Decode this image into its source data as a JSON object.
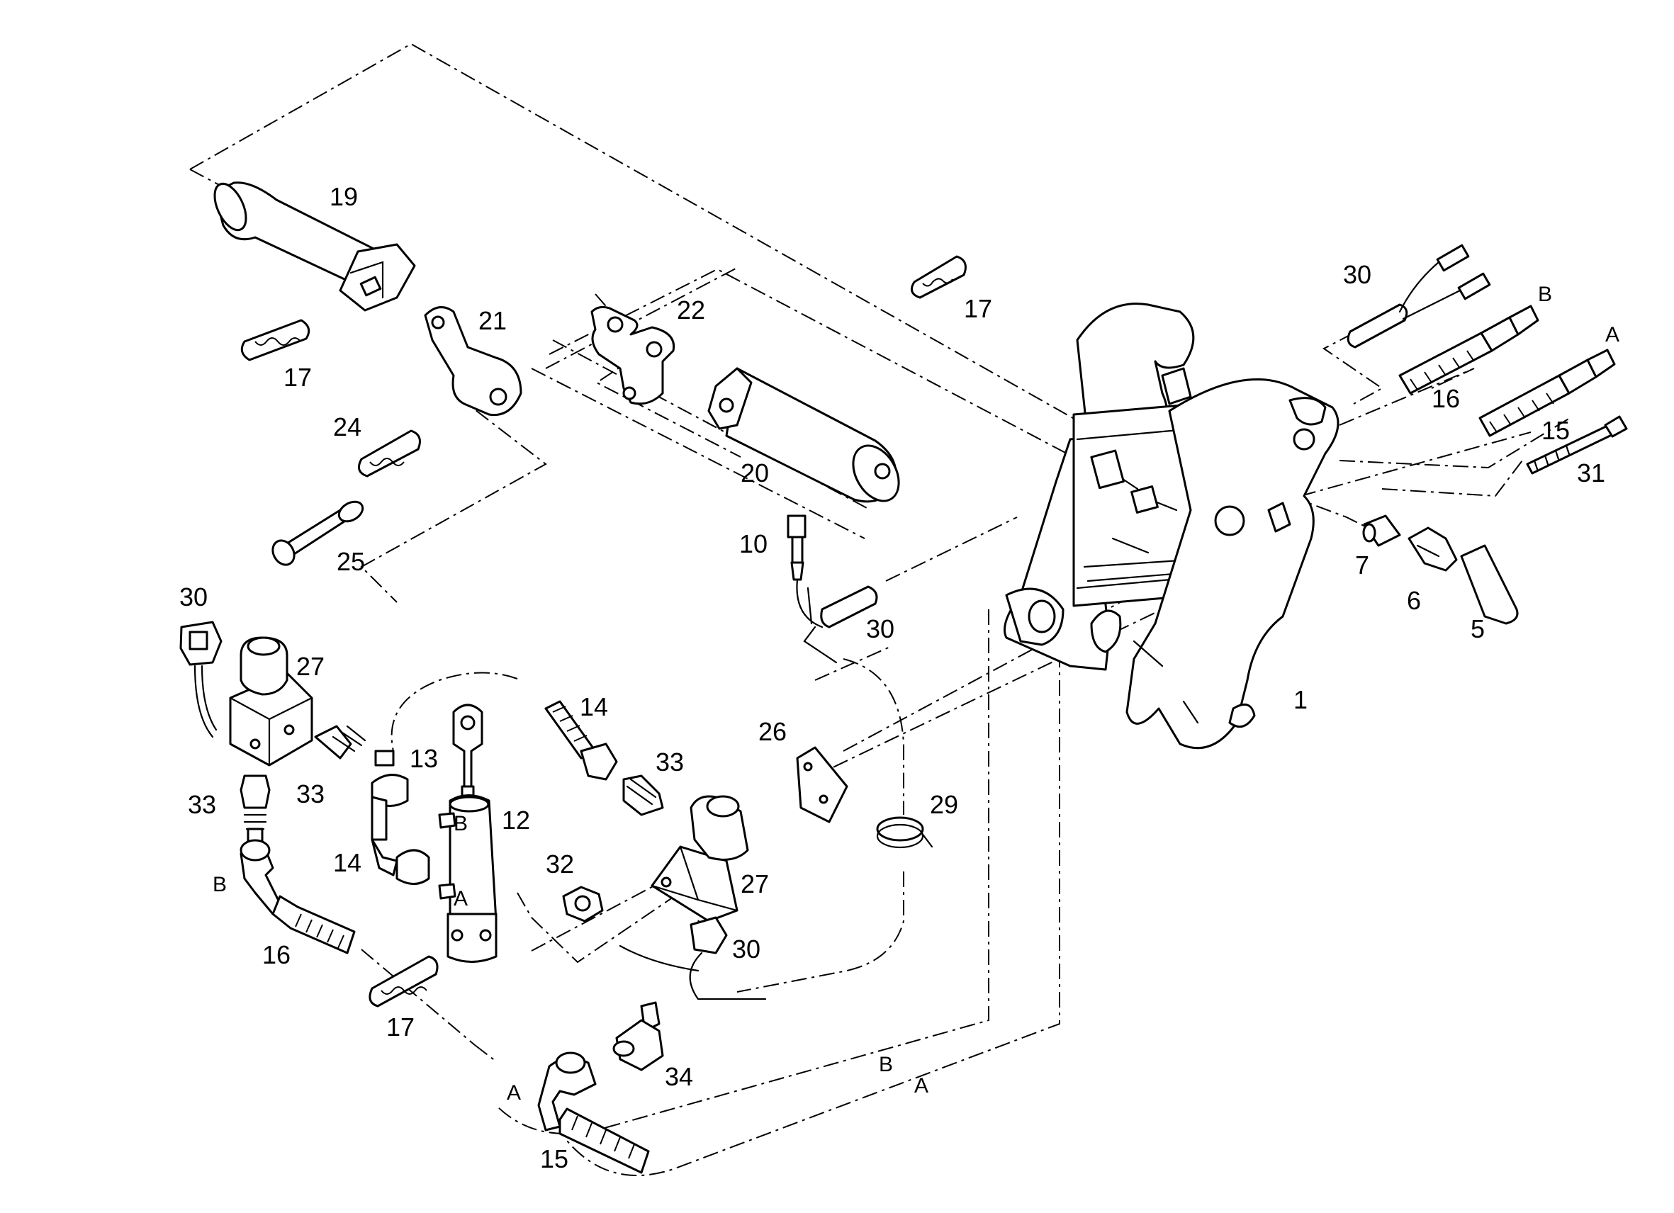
{
  "part_labels": {
    "p1": "1",
    "p5": "5",
    "p6": "6",
    "p7": "7",
    "p10": "10",
    "p12": "12",
    "p13": "13",
    "p14a": "14",
    "p14b": "14",
    "p15a": "15",
    "p15b": "15",
    "p16a": "16",
    "p16b": "16",
    "p17a": "17",
    "p17b": "17",
    "p17c": "17",
    "p19": "19",
    "p20": "20",
    "p21": "21",
    "p22": "22",
    "p24": "24",
    "p25": "25",
    "p26": "26",
    "p27a": "27",
    "p27b": "27",
    "p29": "29",
    "p30a": "30",
    "p30b": "30",
    "p30c": "30",
    "p30d": "30",
    "p31": "31",
    "p32": "32",
    "p33a": "33",
    "p33b": "33",
    "p33c": "33",
    "p34": "34"
  },
  "port_labels": {
    "a_top_right": "A",
    "b_top_right": "B",
    "b_cylinder": "B",
    "a_cylinder": "A",
    "b_left_hose": "B",
    "a_bottom_hose": "A",
    "b_route": "B",
    "a_route": "A"
  }
}
